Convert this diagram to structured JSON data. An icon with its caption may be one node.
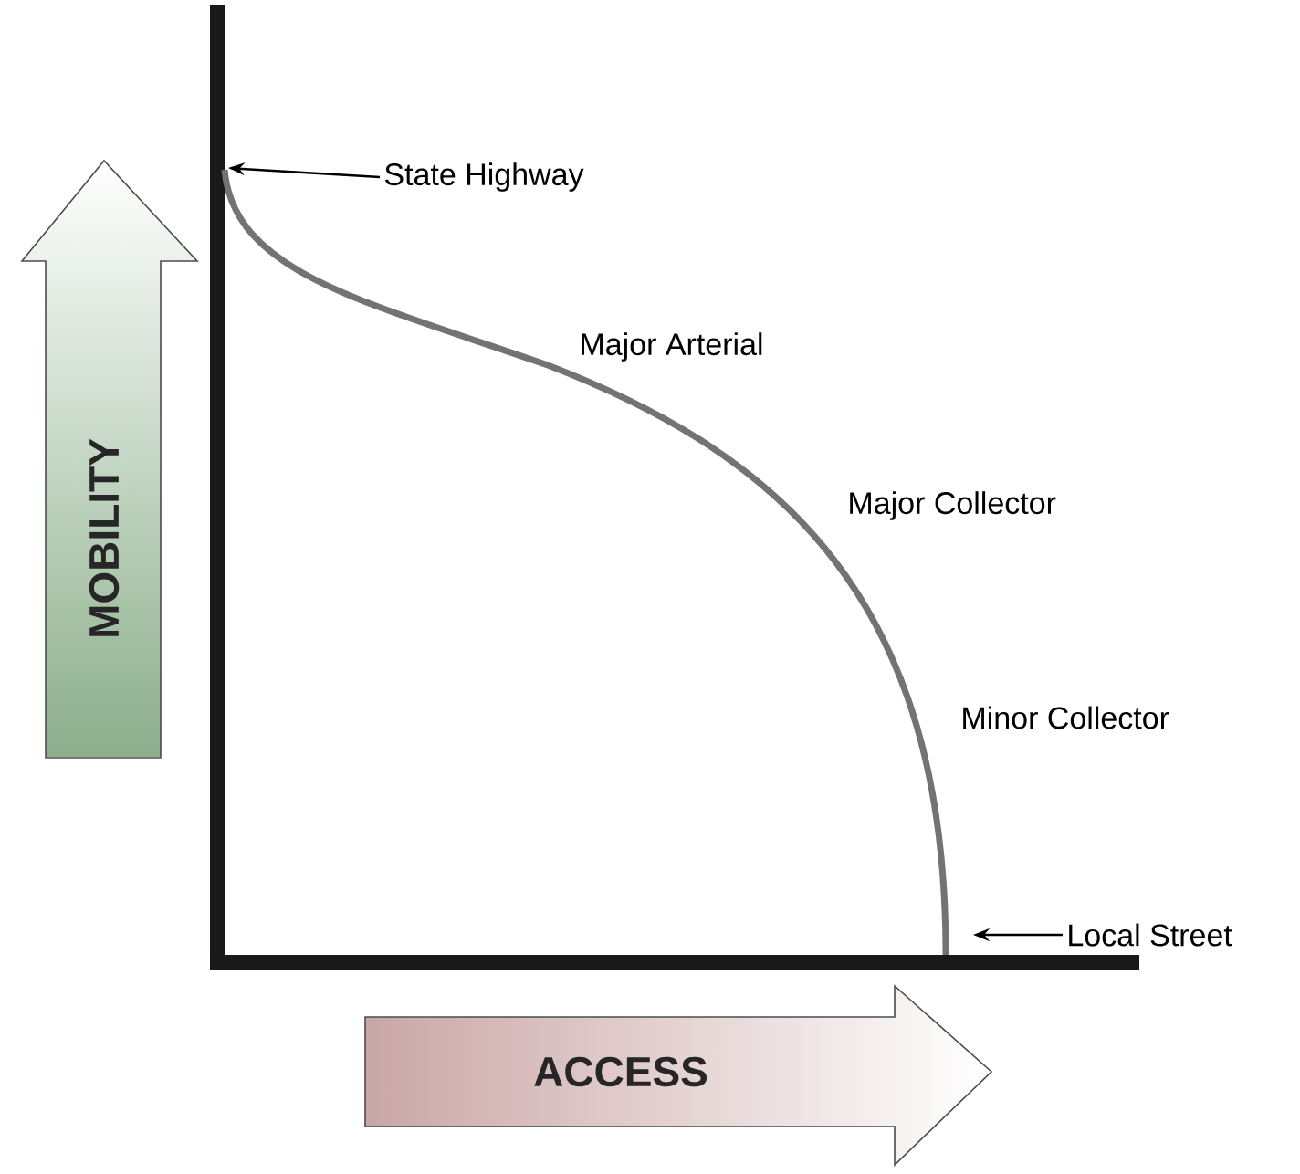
{
  "diagram": {
    "nodes": [
      {
        "text": [
          "MOBILITY"
        ]
      },
      {
        "text": [
          "ACCESS"
        ]
      },
      {
        "text": [
          "State Highway"
        ]
      },
      {
        "text": [
          "Local Street"
        ]
      }
    ],
    "edges": [
      {
        "from": 2,
        "to": null,
        "arrow": "to"
      },
      {
        "from": 3,
        "to": null,
        "arrow": "to"
      }
    ],
    "labels": [
      "Major Arterial",
      "Major Collector",
      "Minor Collector"
    ]
  }
}
